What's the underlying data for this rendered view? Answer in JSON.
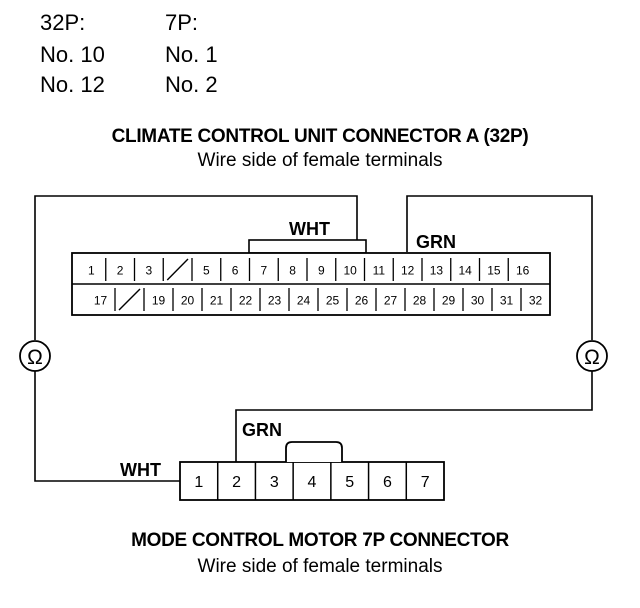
{
  "legend": {
    "col_32p": {
      "heading": "32P:",
      "rows": [
        "No. 10",
        "No. 12"
      ]
    },
    "col_7p": {
      "heading": "7P:",
      "rows": [
        "No. 1",
        "No. 2"
      ]
    }
  },
  "connector_a": {
    "title": "CLIMATE CONTROL UNIT CONNECTOR A (32P)",
    "subtitle": "Wire side of female terminals",
    "top_row": [
      "1",
      "2",
      "3",
      "",
      "5",
      "6",
      "7",
      "8",
      "9",
      "10",
      "11",
      "12",
      "13",
      "14",
      "15",
      "16"
    ],
    "bottom_row": [
      "17",
      "",
      "19",
      "20",
      "21",
      "22",
      "23",
      "24",
      "25",
      "26",
      "27",
      "28",
      "29",
      "30",
      "31",
      "32"
    ],
    "wire_white": "WHT",
    "wire_green": "GRN"
  },
  "motor": {
    "title": "MODE CONTROL MOTOR 7P CONNECTOR",
    "subtitle": "Wire side of female terminals",
    "pins": [
      "1",
      "2",
      "3",
      "4",
      "5",
      "6",
      "7"
    ],
    "wire_white": "WHT",
    "wire_green": "GRN"
  },
  "meters": {
    "left_symbol": "Ω",
    "right_symbol": "Ω"
  }
}
